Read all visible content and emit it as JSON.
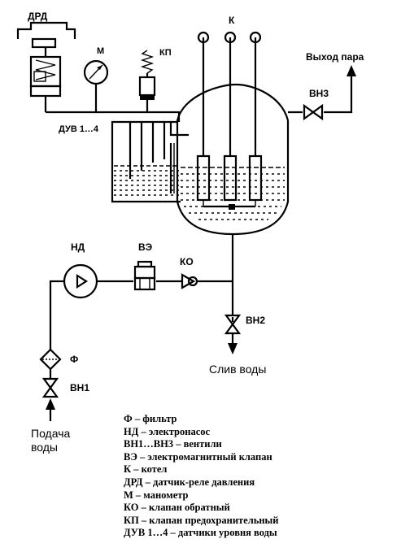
{
  "labels": {
    "drd": "ДРД",
    "manometer": "М",
    "relief_valve": "КП",
    "boiler": "К",
    "steam_out": "Выход пара",
    "valve3": "ВН3",
    "sensors": "ДУВ 1…4",
    "pump": "НД",
    "solenoid": "ВЭ",
    "check_valve": "КО",
    "valve2": "ВН2",
    "drain": "Слив воды",
    "filter": "Ф",
    "valve1": "ВН1",
    "water_in_1": "Подача",
    "water_in_2": "воды"
  },
  "legend": [
    "Ф – фильтр",
    "НД – электронасос",
    "ВН1…ВН3 – вентили",
    "ВЭ – электромагнитный клапан",
    "К – котел",
    "ДРД – датчик-реле давления",
    "М – манометр",
    "КО – клапан обратный",
    "КП – клапан предохранительный",
    "ДУВ 1…4 – датчики уровня воды"
  ]
}
